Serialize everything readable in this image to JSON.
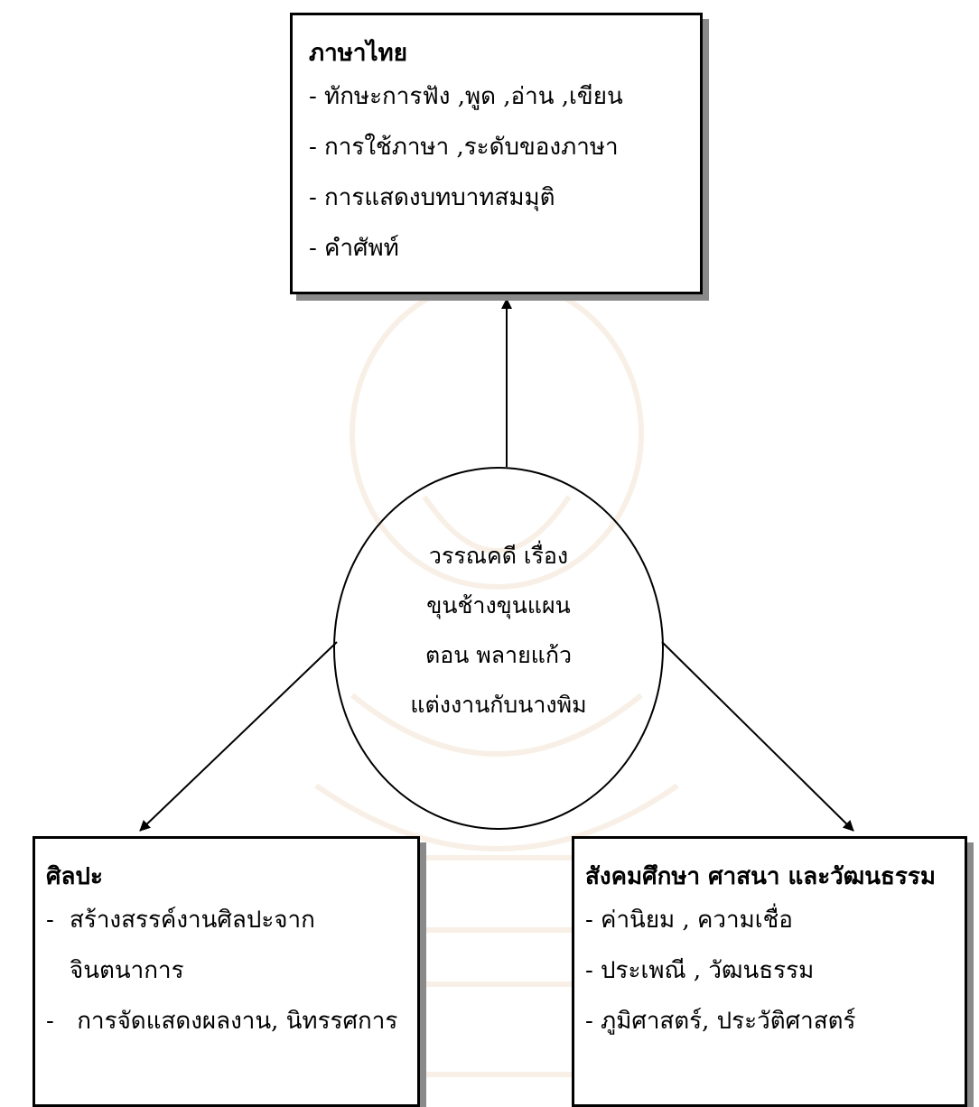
{
  "center": {
    "lines": [
      "วรรณคดี  เรื่อง",
      "ขุนช้างขุนแผน",
      "ตอน พลายแก้ว",
      "แต่งงานกับนางพิม"
    ]
  },
  "top_box": {
    "title": "ภาษาไทย",
    "items": [
      "-  ทักษะการฟัง ,พูด ,อ่าน ,เขียน",
      "-  การใช้ภาษา ,ระดับของภาษา",
      "-  การแสดงบทบาทสมมุติ",
      "-  คำศัพท์"
    ]
  },
  "left_box": {
    "title": "ศิลปะ",
    "items": [
      {
        "dash": "-",
        "text": "สร้างสรรค์งานศิลปะจาก",
        "cont": "จินตนาการ"
      },
      {
        "dash": "-",
        "text": " การจัดแสดงผลงาน, นิทรรศการ"
      }
    ]
  },
  "right_box": {
    "title": "สังคมศึกษา ศาสนา และวัฒนธรรม",
    "items": [
      "- ค่านิยม , ความเชื่อ",
      "- ประเพณี , วัฒนธรรม",
      "- ภูมิศาสตร์, ประวัติศาสตร์"
    ]
  },
  "colors": {
    "line": "#000000",
    "shadow": "#8a8a8a",
    "watermark": "#d8a968"
  }
}
